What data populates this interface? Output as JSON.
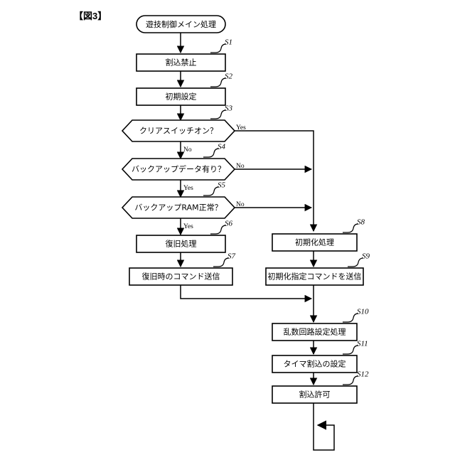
{
  "figure": {
    "label": "【図3】",
    "title": "遊技制御メイン処理"
  },
  "chart_data": {
    "type": "diagram",
    "diagram_kind": "flowchart",
    "title": "遊技制御メイン処理",
    "nodes": [
      {
        "id": "start",
        "shape": "terminator",
        "label": "遊技制御メイン処理",
        "step": ""
      },
      {
        "id": "s1",
        "shape": "process",
        "label": "割込禁止",
        "step": "S1"
      },
      {
        "id": "s2",
        "shape": "process",
        "label": "初期設定",
        "step": "S2"
      },
      {
        "id": "s3",
        "shape": "decision",
        "label": "クリアスイッチオン？",
        "step": "S3"
      },
      {
        "id": "s4",
        "shape": "decision",
        "label": "バックアップデータ有り？",
        "step": "S4"
      },
      {
        "id": "s5",
        "shape": "decision",
        "label": "バックアップRAM正常？",
        "step": "S5"
      },
      {
        "id": "s6",
        "shape": "process",
        "label": "復旧処理",
        "step": "S6"
      },
      {
        "id": "s7",
        "shape": "process",
        "label": "復旧時のコマンド送信",
        "step": "S7"
      },
      {
        "id": "s8",
        "shape": "process",
        "label": "初期化処理",
        "step": "S8"
      },
      {
        "id": "s9",
        "shape": "process",
        "label": "初期化指定コマンドを送信",
        "step": "S9"
      },
      {
        "id": "s10",
        "shape": "process",
        "label": "乱数回路設定処理",
        "step": "S10"
      },
      {
        "id": "s11",
        "shape": "process",
        "label": "タイマ割込の設定",
        "step": "S11"
      },
      {
        "id": "s12",
        "shape": "process",
        "label": "割込許可",
        "step": "S12"
      }
    ],
    "edges": [
      {
        "from": "start",
        "to": "s1",
        "label": ""
      },
      {
        "from": "s1",
        "to": "s2",
        "label": ""
      },
      {
        "from": "s2",
        "to": "s3",
        "label": ""
      },
      {
        "from": "s3",
        "to": "s4",
        "label": "No"
      },
      {
        "from": "s3",
        "to": "s8",
        "label": "Yes"
      },
      {
        "from": "s4",
        "to": "s5",
        "label": "Yes"
      },
      {
        "from": "s4",
        "to": "s8",
        "label": "No"
      },
      {
        "from": "s5",
        "to": "s6",
        "label": "Yes"
      },
      {
        "from": "s5",
        "to": "s8",
        "label": "No"
      },
      {
        "from": "s6",
        "to": "s7",
        "label": ""
      },
      {
        "from": "s7",
        "to": "s10",
        "label": ""
      },
      {
        "from": "s8",
        "to": "s9",
        "label": ""
      },
      {
        "from": "s9",
        "to": "s10",
        "label": ""
      },
      {
        "from": "s10",
        "to": "s11",
        "label": ""
      },
      {
        "from": "s11",
        "to": "s12",
        "label": ""
      },
      {
        "from": "s12",
        "to": "loop",
        "label": ""
      }
    ],
    "branch_labels": {
      "s3_yes": "Yes",
      "s3_no": "No",
      "s4_no": "No",
      "s4_yes": "Yes",
      "s5_no": "No",
      "s5_yes": "Yes"
    },
    "step_labels": [
      "S1",
      "S2",
      "S3",
      "S4",
      "S5",
      "S6",
      "S7",
      "S8",
      "S9",
      "S10",
      "S11",
      "S12"
    ],
    "colors": {
      "stroke": "#000000",
      "fill": "#ffffff",
      "background": "#ffffff"
    }
  }
}
